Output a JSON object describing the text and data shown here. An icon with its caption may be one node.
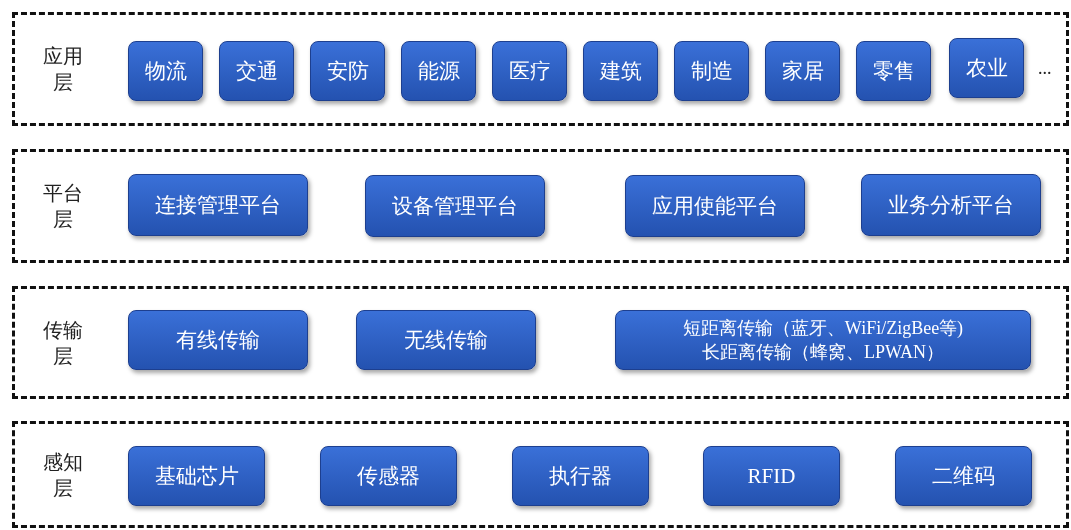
{
  "diagram": {
    "nodes": [
      {
        "text": [
          "应用层"
        ]
      },
      {
        "text": [
          "物流"
        ],
        "in": 0
      },
      {
        "text": [
          "交通"
        ],
        "in": 0
      },
      {
        "text": [
          "安防"
        ],
        "in": 0
      },
      {
        "text": [
          "能源"
        ],
        "in": 0
      },
      {
        "text": [
          "医疗"
        ],
        "in": 0
      },
      {
        "text": [
          "建筑"
        ],
        "in": 0
      },
      {
        "text": [
          "制造"
        ],
        "in": 0
      },
      {
        "text": [
          "家居"
        ],
        "in": 0
      },
      {
        "text": [
          "零售"
        ],
        "in": 0
      },
      {
        "text": [
          "农业"
        ],
        "in": 0
      },
      {
        "text": [
          "平台层"
        ]
      },
      {
        "text": [
          "连接管理平台"
        ],
        "in": 11
      },
      {
        "text": [
          "设备管理平台"
        ],
        "in": 11
      },
      {
        "text": [
          "应用使能平台"
        ],
        "in": 11
      },
      {
        "text": [
          "业务分析平台"
        ],
        "in": 11
      },
      {
        "text": [
          "传输层"
        ]
      },
      {
        "text": [
          "有线传输"
        ],
        "in": 16
      },
      {
        "text": [
          "无线传输"
        ],
        "in": 16
      },
      {
        "text": [
          "短距离传输（蓝牙、WiFi/ZigBee等) 长距离传输（蜂窝、LPWAN）"
        ],
        "in": 16
      },
      {
        "text": [
          "感知层"
        ]
      },
      {
        "text": [
          "基础芯片"
        ],
        "in": 20
      },
      {
        "text": [
          "传感器"
        ],
        "in": 20
      },
      {
        "text": [
          "执行器"
        ],
        "in": 20
      },
      {
        "text": [
          "RFID"
        ],
        "in": 20
      },
      {
        "text": [
          "二维码"
        ],
        "in": 20
      }
    ],
    "labels": [
      "..."
    ]
  }
}
